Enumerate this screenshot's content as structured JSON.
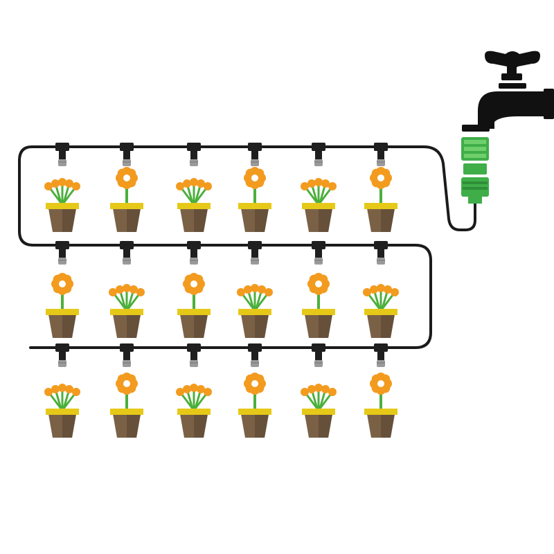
{
  "colors": {
    "background": "#ffffff",
    "hose": "#1b1b1b",
    "dripper_body": "#1f1f1f",
    "dripper_nozzle": "#9a9a9a",
    "faucet": "#111111",
    "connector_green": "#3fae49",
    "connector_light": "#6fcf6a",
    "pot": "#7a6146",
    "pot_shade": "#66503a",
    "pot_rim": "#e6c918",
    "stem": "#4caf3c",
    "petal": "#f29b1f",
    "flower_center": "#ffffff"
  },
  "icons": {
    "faucet": "water-faucet-icon",
    "connector": "hose-connector-icon",
    "dripper": "drip-emitter-icon",
    "daisy": "daisy-flower-icon",
    "bud_cluster": "flower-bud-cluster-icon"
  },
  "layout_rows": [
    {
      "row": 1,
      "plants": [
        "bud_cluster",
        "daisy",
        "bud_cluster",
        "daisy",
        "bud_cluster",
        "daisy"
      ]
    },
    {
      "row": 2,
      "plants": [
        "daisy",
        "bud_cluster",
        "daisy",
        "bud_cluster",
        "daisy",
        "bud_cluster"
      ]
    },
    {
      "row": 3,
      "plants": [
        "bud_cluster",
        "daisy",
        "bud_cluster",
        "daisy",
        "bud_cluster",
        "daisy"
      ]
    }
  ],
  "drippers_per_row": 6,
  "rows_count": 3
}
